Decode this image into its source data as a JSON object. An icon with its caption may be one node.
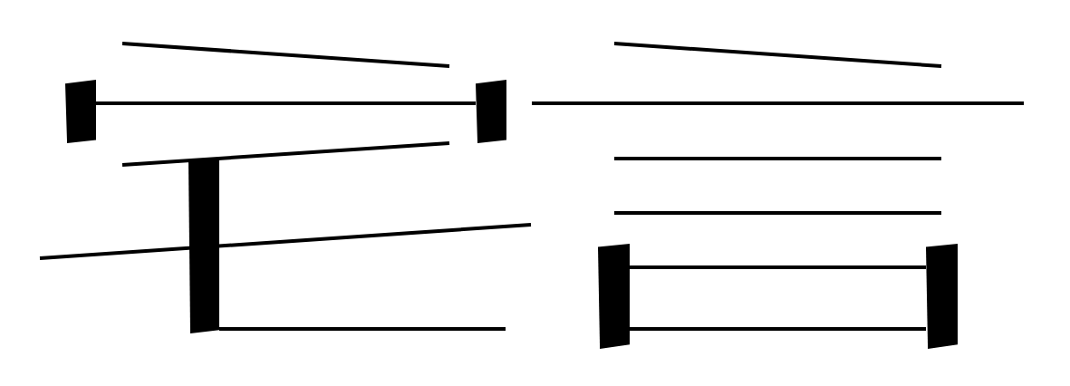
{
  "diagram": {
    "nodes": [
      {
        "text": [],
        "shape": "bar"
      },
      {
        "text": [],
        "shape": "bar"
      },
      {
        "text": [],
        "shape": "bar"
      },
      {
        "text": [],
        "shape": "bar"
      },
      {
        "text": [],
        "shape": "bar"
      }
    ],
    "edges": [
      {
        "from": 0,
        "to": 1,
        "arrow": "none"
      },
      {
        "from": 2,
        "to": null,
        "arrow": "none"
      },
      {
        "from": 3,
        "to": 4,
        "arrow": "none"
      },
      {
        "from": 3,
        "to": 4,
        "arrow": "none"
      }
    ]
  }
}
